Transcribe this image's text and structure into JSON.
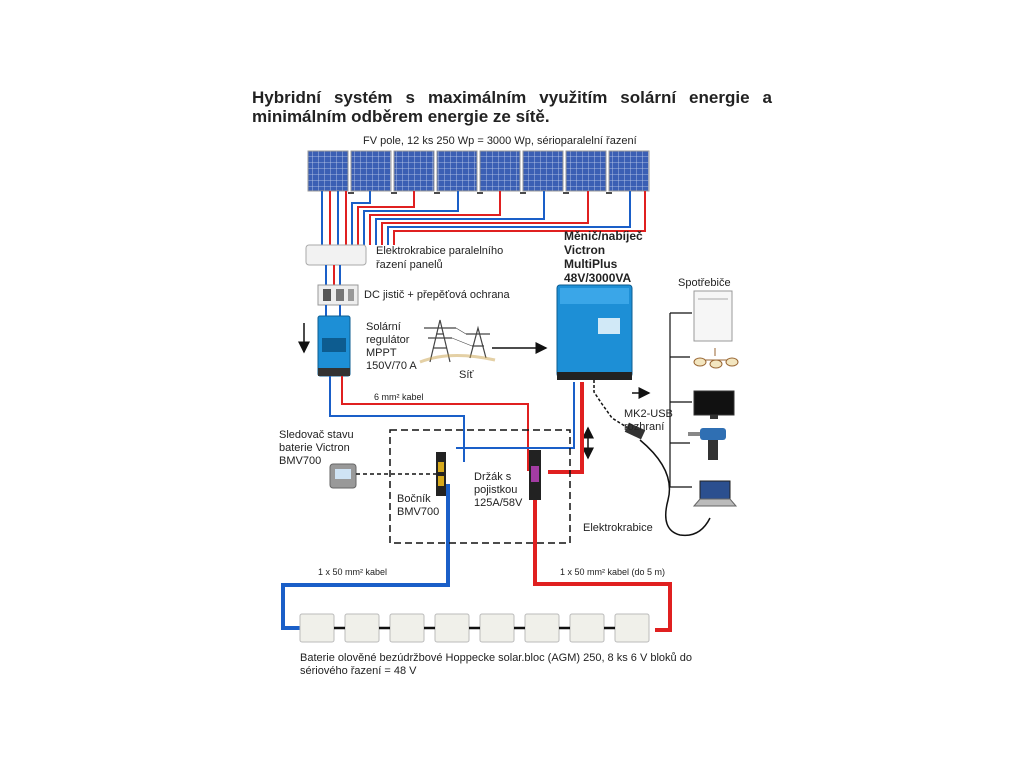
{
  "title": "Hybridní systém s maximálním využitím solární energie a minimálním odběrem energie ze sítě.",
  "pv_label": "FV pole, 12 ks 250 Wp = 3000 Wp, sérioparalelní řazení",
  "junction_label_1": "Elektrokrabice paralelního",
  "junction_label_2": "řazení panelů",
  "dc_breaker_label": "DC jistič + přepěťová ochrana",
  "mppt_label": [
    "Solární",
    "regulátor",
    "MPPT",
    "150V/70 A"
  ],
  "inverter_label": [
    "Měnič/nabíječ",
    "Victron",
    "MultiPlus",
    "48V/3000VA"
  ],
  "grid_label": "Síť",
  "consumers_label": "Spotřebiče",
  "mk2_label": [
    "MK2-USB",
    "rozhraní"
  ],
  "cable_6mm": "6 mm² kabel",
  "monitor_label": [
    "Sledovač stavu",
    "baterie Victron",
    "BMV700"
  ],
  "shunt_label": [
    "Bočník",
    "BMV700"
  ],
  "fuse_label": [
    "Držák s",
    "pojistkou",
    "125A/58V"
  ],
  "box_label": "Elektrokrabice",
  "cable_50mm_left": "1 x 50 mm² kabel",
  "cable_50mm_right": "1 x 50 mm² kabel (do 5 m)",
  "battery_label": [
    "Baterie olověné bezúdržbové Hoppecke solar.bloc (AGM) 250, 8 ks 6 V bloků do",
    "sériového řazení = 48 V"
  ],
  "colors": {
    "positive": "#e02020",
    "negative": "#1a5fc8",
    "victron_blue": "#1d8fd6",
    "panel_blue": "#3a5fb0"
  }
}
